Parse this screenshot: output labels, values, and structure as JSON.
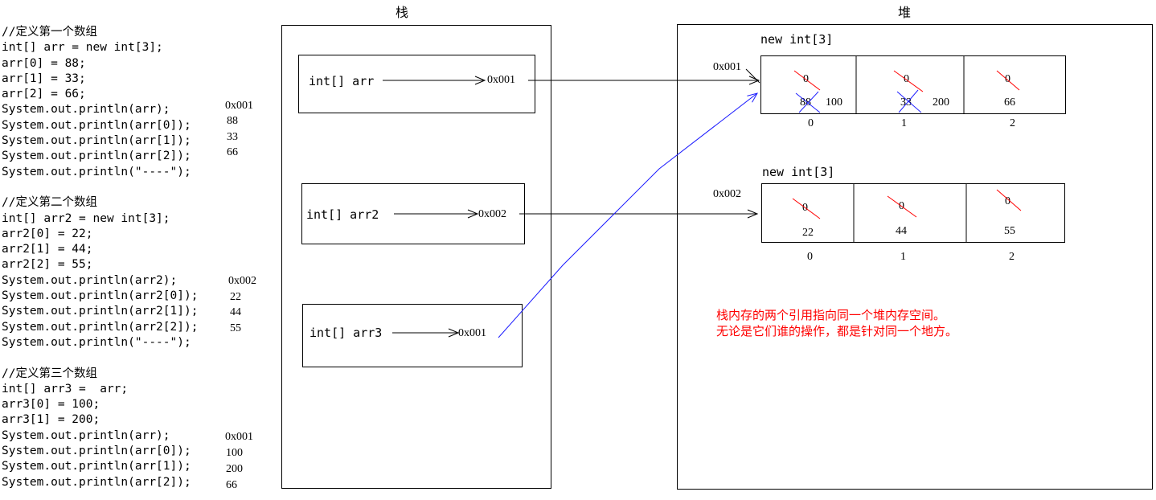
{
  "code": {
    "block1": [
      "//定义第一个数组",
      "int[] arr = new int[3];",
      "arr[0] = 88;",
      "arr[1] = 33;",
      "arr[2] = 66;",
      "System.out.println(arr);",
      "System.out.println(arr[0]);",
      "System.out.println(arr[1]);",
      "System.out.println(arr[2]);",
      "System.out.println(\"----\");"
    ],
    "block2": [
      "//定义第二个数组",
      "int[] arr2 = new int[3];",
      "arr2[0] = 22;",
      "arr2[1] = 44;",
      "arr2[2] = 55;",
      "System.out.println(arr2);",
      "System.out.println(arr2[0]);",
      "System.out.println(arr2[1]);",
      "System.out.println(arr2[2]);",
      "System.out.println(\"----\");"
    ],
    "block3": [
      "//定义第三个数组",
      "int[] arr3 =  arr;",
      "arr3[0] = 100;",
      "arr3[1] = 200;",
      "System.out.println(arr);",
      "System.out.println(arr[0]);",
      "System.out.println(arr[1]);",
      "System.out.println(arr[2]);"
    ]
  },
  "outputs": {
    "block1": [
      "0x001",
      "88",
      "33",
      "66"
    ],
    "block2": [
      "0x002",
      "22",
      "44",
      "55"
    ],
    "block3": [
      "0x001",
      "100",
      "200",
      "66"
    ]
  },
  "stack": {
    "title": "栈",
    "vars": [
      {
        "label": "int[] arr",
        "address": "0x001"
      },
      {
        "label": "int[] arr2",
        "address": "0x002"
      },
      {
        "label": "int[] arr3",
        "address": "0x001"
      }
    ]
  },
  "heap": {
    "title": "堆",
    "arrays": [
      {
        "header": "new int[3]",
        "address": "0x001",
        "initial": [
          "0",
          "0",
          "0"
        ],
        "overwritten": [
          "88",
          "33",
          ""
        ],
        "values": [
          "100",
          "200",
          "66"
        ],
        "indices": [
          "0",
          "1",
          "2"
        ]
      },
      {
        "header": "new int[3]",
        "address": "0x002",
        "initial": [
          "0",
          "0",
          "0"
        ],
        "values": [
          "22",
          "44",
          "55"
        ],
        "indices": [
          "0",
          "1",
          "2"
        ]
      }
    ]
  },
  "note": [
    "栈内存的两个引用指向同一个堆内存空间。",
    "无论是它们谁的操作，都是针对同一个地方。"
  ],
  "colors": {
    "line": "#000000",
    "cross_red": "#ff0000",
    "cross_blue": "#2020ff",
    "arrow_blue": "#1a1aff",
    "note": "#ff0000"
  }
}
